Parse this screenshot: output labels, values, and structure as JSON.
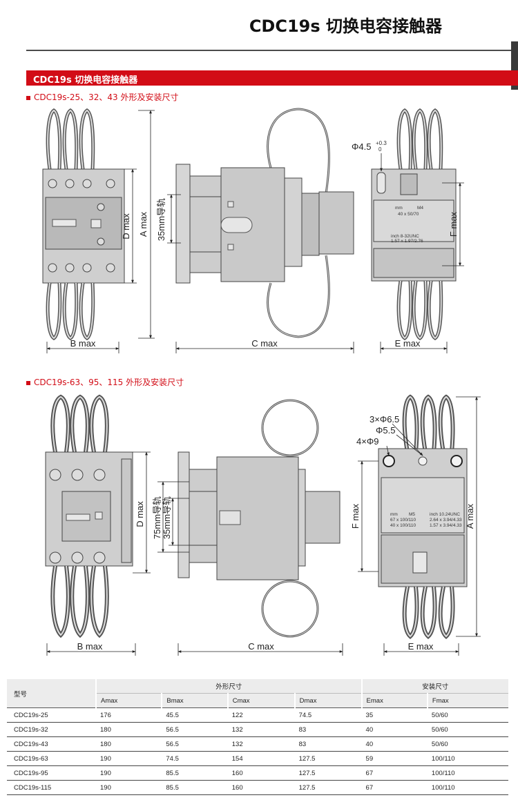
{
  "header": {
    "title": "CDC19s 切换电容接触器"
  },
  "section": {
    "title": "CDC19s 切换电容接触器"
  },
  "part1": {
    "heading": "CDC19s-25、32、43 外形及安装尺寸",
    "labels": {
      "b": "B max",
      "c": "C max",
      "e": "E max",
      "d": "D max",
      "a": "A max",
      "f": "F max",
      "rail": "35mm导轨",
      "hole": "Φ4.5",
      "tol_plus": "+0.3",
      "tol_zero": "0",
      "mount1": "mm",
      "mount2": "M4",
      "mount3": "40 x 50/70",
      "mount4": "inch 8-32UNC",
      "mount5": "1.57 x 1.97/2.76"
    }
  },
  "part2": {
    "heading": "CDC19s-63、95、115 外形及安装尺寸",
    "labels": {
      "b": "B max",
      "c": "C max",
      "e": "E max",
      "d": "D max",
      "a": "A max",
      "f": "F max",
      "rail75": "75mm导轨",
      "rail35": "35mm导轨",
      "hole1": "3×Φ6.5",
      "hole2": "Φ5.5",
      "hole3": "4×Φ9",
      "mount1": "mm",
      "mount2": "M5",
      "mount3": "inch 10.24UNC",
      "mount4": "67 x 100/110",
      "mount5": "2.64 x 3.94/4.33",
      "mount6": "40 x 100/110",
      "mount7": "1.57 x 3.94/4.33"
    }
  },
  "table": {
    "model_header": "型号",
    "outline_header": "外形尺寸",
    "install_header": "安装尺寸",
    "columns": [
      "Amax",
      "Bmax",
      "Cmax",
      "Dmax",
      "Emax",
      "Fmax"
    ],
    "rows": [
      [
        "CDC19s-25",
        "176",
        "45.5",
        "122",
        "74.5",
        "35",
        "50/60"
      ],
      [
        "CDC19s-32",
        "180",
        "56.5",
        "132",
        "83",
        "40",
        "50/60"
      ],
      [
        "CDC19s-43",
        "180",
        "56.5",
        "132",
        "83",
        "40",
        "50/60"
      ],
      [
        "CDC19s-63",
        "190",
        "74.5",
        "154",
        "127.5",
        "59",
        "100/110"
      ],
      [
        "CDC19s-95",
        "190",
        "85.5",
        "160",
        "127.5",
        "67",
        "100/110"
      ],
      [
        "CDC19s-115",
        "190",
        "85.5",
        "160",
        "127.5",
        "67",
        "100/110"
      ]
    ]
  }
}
